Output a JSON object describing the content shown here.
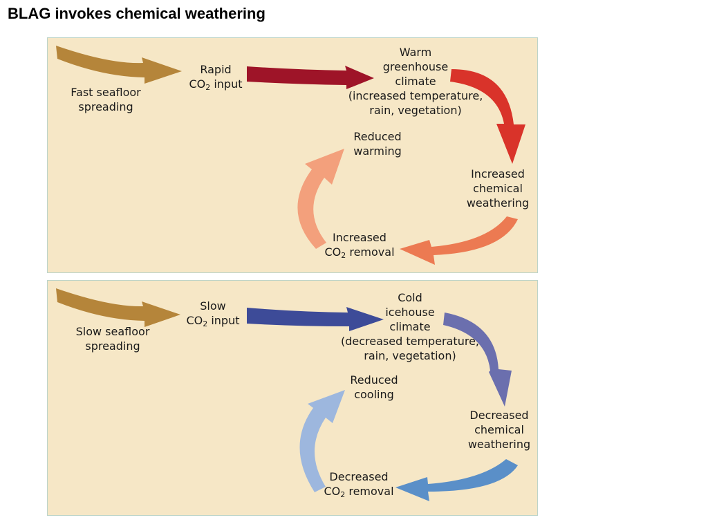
{
  "title": "BLAG invokes chemical weathering",
  "top_panel": {
    "source_label": [
      "Fast seafloor",
      "spreading"
    ],
    "input_label": {
      "line1": "Rapid",
      "co2_prefix": "CO",
      "co2_sub": "2",
      "co2_suffix": " input"
    },
    "climate_label": [
      "Warm",
      "greenhouse",
      "climate",
      "(increased temperature,",
      "rain, vegetation)"
    ],
    "weathering_label": [
      "Increased",
      "chemical",
      "weathering"
    ],
    "removal_label": {
      "line1": "Increased",
      "co2_prefix": "CO",
      "co2_sub": "2",
      "co2_suffix": " removal"
    },
    "feedback_label": [
      "Reduced",
      "warming"
    ],
    "colors": {
      "source_arrow": "#b5853a",
      "input_arrow": "#9e1428",
      "climate_arrow": "#d9332a",
      "removal_arrow": "#ec7a52",
      "feedback_arrow": "#f3a07c"
    }
  },
  "bottom_panel": {
    "source_label": [
      "Slow seafloor",
      "spreading"
    ],
    "input_label": {
      "line1": "Slow",
      "co2_prefix": "CO",
      "co2_sub": "2",
      "co2_suffix": " input"
    },
    "climate_label": [
      "Cold",
      "icehouse",
      "climate",
      "(decreased temperature,",
      "rain, vegetation)"
    ],
    "weathering_label": [
      "Decreased",
      "chemical",
      "weathering"
    ],
    "removal_label": {
      "line1": "Decreased",
      "co2_prefix": "CO",
      "co2_sub": "2",
      "co2_suffix": " removal"
    },
    "feedback_label": [
      "Reduced",
      "cooling"
    ],
    "colors": {
      "source_arrow": "#b5853a",
      "input_arrow": "#3d4b98",
      "climate_arrow": "#6b6fae",
      "removal_arrow": "#5a8fc8",
      "feedback_arrow": "#9db7de"
    }
  }
}
